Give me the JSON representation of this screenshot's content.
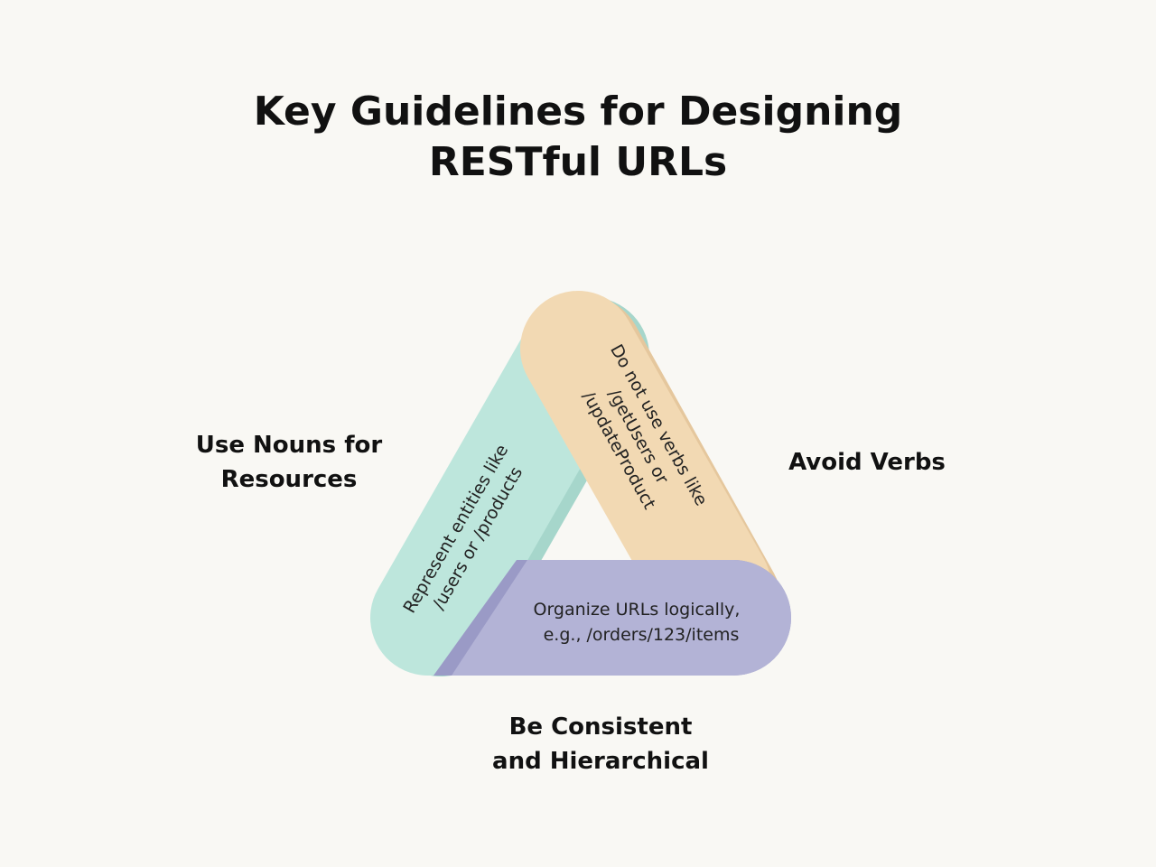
{
  "title": {
    "line1": "Key Guidelines for Designing",
    "line2": "RESTful URLs"
  },
  "guidelines": [
    {
      "heading_line1": "Use Nouns for",
      "heading_line2": "Resources",
      "detail_line1": "Represent entities like",
      "detail_line2": "/users or /products",
      "color": "#bde6dc",
      "shadow": "#a6d6cb"
    },
    {
      "heading_line1": "Avoid Verbs",
      "detail_line1": "Do not use verbs like",
      "detail_line2": "/getUsers or",
      "detail_line3": "/updateProduct",
      "color": "#f2d9b3",
      "shadow": "#e5c79d"
    },
    {
      "heading_line1": "Be Consistent",
      "heading_line2": "and Hierarchical",
      "detail_line1": "Organize URLs logically,",
      "detail_line2": "e.g., /orders/123/items",
      "color": "#b3b3d6",
      "shadow": "#9a9ac6"
    }
  ]
}
